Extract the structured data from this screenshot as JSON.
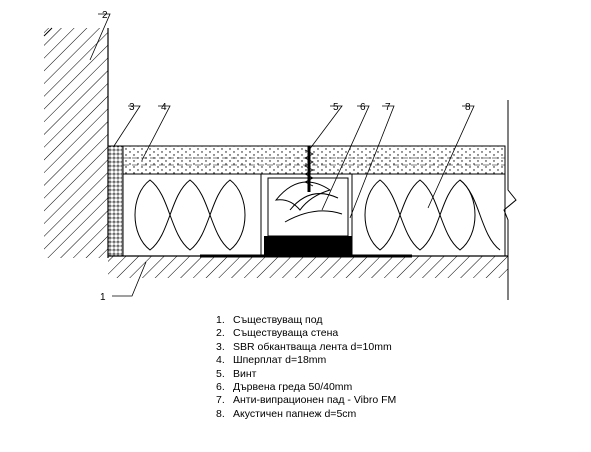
{
  "callouts": [
    {
      "label": "1"
    },
    {
      "label": "2"
    },
    {
      "label": "3"
    },
    {
      "label": "4"
    },
    {
      "label": "5"
    },
    {
      "label": "6"
    },
    {
      "label": "7"
    },
    {
      "label": "8"
    }
  ],
  "legend": [
    {
      "num": "1.",
      "text": "Съществуващ под"
    },
    {
      "num": "2.",
      "text": "Съществуваща стена"
    },
    {
      "num": "3.",
      "text": "SBR обкантваща лента d=10mm"
    },
    {
      "num": "4.",
      "text": "Шперплат d=18mm"
    },
    {
      "num": "5.",
      "text": "Винт"
    },
    {
      "num": "6.",
      "text": "Дървена греда 50/40mm"
    },
    {
      "num": "7.",
      "text": "Анти-випрационен пад - Vibro FM"
    },
    {
      "num": "8.",
      "text": "Акустичен папнеж d=5cm"
    }
  ],
  "colors": {
    "line": "#000000",
    "background": "#ffffff"
  }
}
